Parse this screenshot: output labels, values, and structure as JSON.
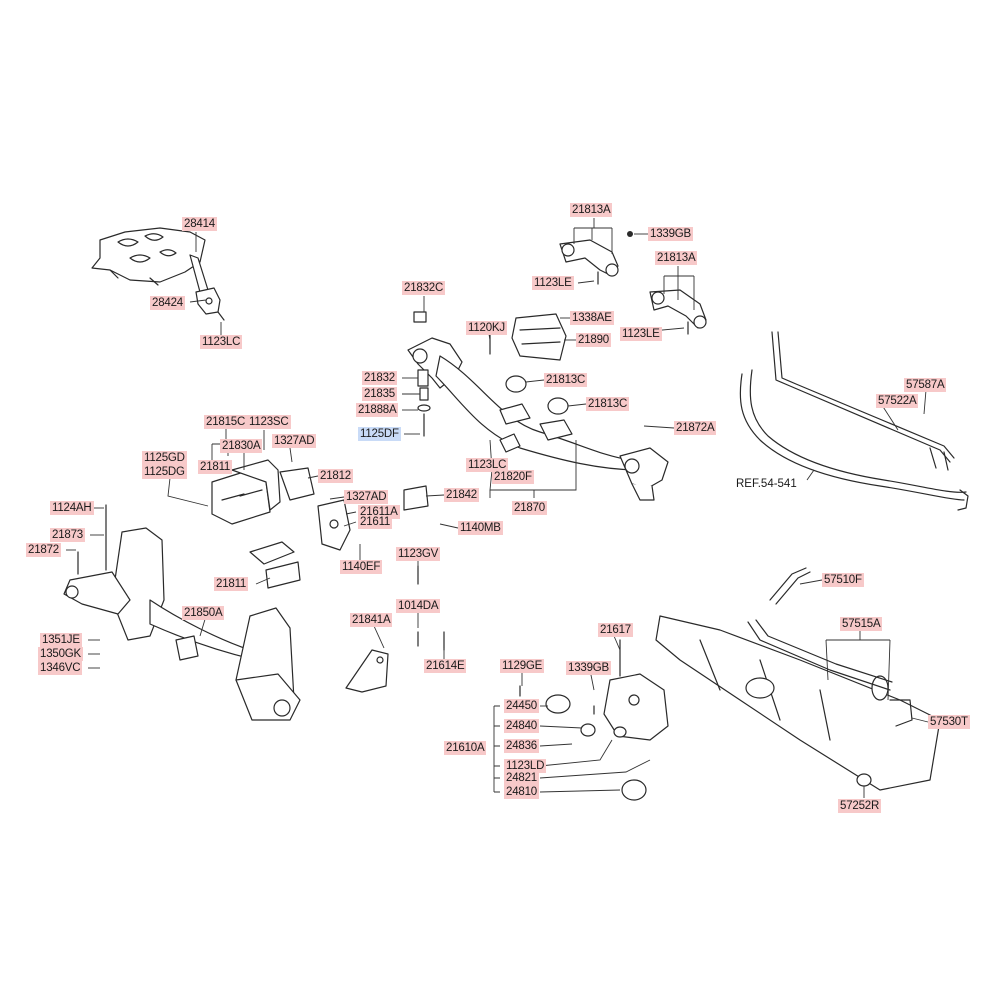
{
  "diagram": {
    "highlight_color": "#c9dbf7",
    "label_color": "#f7c9c9",
    "reference": "REF.54-541",
    "labels": [
      {
        "id": "l1",
        "text": "28414"
      },
      {
        "id": "l2",
        "text": "28424"
      },
      {
        "id": "l3",
        "text": "1123LC"
      },
      {
        "id": "l4",
        "text": "21813A"
      },
      {
        "id": "l5",
        "text": "1339GB"
      },
      {
        "id": "l6",
        "text": "1123LE"
      },
      {
        "id": "l7",
        "text": "21813A"
      },
      {
        "id": "l8",
        "text": "1123LE"
      },
      {
        "id": "l9",
        "text": "21832C"
      },
      {
        "id": "l10",
        "text": "1338AE"
      },
      {
        "id": "l11",
        "text": "1120KJ"
      },
      {
        "id": "l12",
        "text": "21890"
      },
      {
        "id": "l13",
        "text": "21832"
      },
      {
        "id": "l14",
        "text": "21813C"
      },
      {
        "id": "l15",
        "text": "21835"
      },
      {
        "id": "l16",
        "text": "21888A"
      },
      {
        "id": "l17",
        "text": "21813C"
      },
      {
        "id": "l18",
        "text": "1125DF"
      },
      {
        "id": "l19",
        "text": "21872A"
      },
      {
        "id": "l20",
        "text": "57587A"
      },
      {
        "id": "l21",
        "text": "57522A"
      },
      {
        "id": "l22",
        "text": "21815C"
      },
      {
        "id": "l23",
        "text": "1123SC"
      },
      {
        "id": "l24",
        "text": "21830A"
      },
      {
        "id": "l25",
        "text": "1327AD"
      },
      {
        "id": "l26",
        "text": "1125GD"
      },
      {
        "id": "l27",
        "text": "1125DG"
      },
      {
        "id": "l28",
        "text": "21811"
      },
      {
        "id": "l29",
        "text": "21812"
      },
      {
        "id": "l30",
        "text": "1123LC"
      },
      {
        "id": "l31",
        "text": "21820F"
      },
      {
        "id": "l32",
        "text": "1327AD"
      },
      {
        "id": "l33",
        "text": "21842"
      },
      {
        "id": "l34",
        "text": "21870"
      },
      {
        "id": "l35",
        "text": "21611A"
      },
      {
        "id": "l36",
        "text": "21611"
      },
      {
        "id": "l37",
        "text": "1124AH"
      },
      {
        "id": "l38",
        "text": "21873"
      },
      {
        "id": "l39",
        "text": "21872"
      },
      {
        "id": "l40",
        "text": "1140MB"
      },
      {
        "id": "l41",
        "text": "1140EF"
      },
      {
        "id": "l42",
        "text": "1123GV"
      },
      {
        "id": "l43",
        "text": "21811"
      },
      {
        "id": "l44",
        "text": "57510F"
      },
      {
        "id": "l45",
        "text": "21850A"
      },
      {
        "id": "l46",
        "text": "1014DA"
      },
      {
        "id": "l47",
        "text": "21841A"
      },
      {
        "id": "l48",
        "text": "21617"
      },
      {
        "id": "l49",
        "text": "57515A"
      },
      {
        "id": "l50",
        "text": "1351JE"
      },
      {
        "id": "l51",
        "text": "1350GK"
      },
      {
        "id": "l52",
        "text": "21614E"
      },
      {
        "id": "l53",
        "text": "1346VC"
      },
      {
        "id": "l54",
        "text": "1129GE"
      },
      {
        "id": "l55",
        "text": "1339GB"
      },
      {
        "id": "l56",
        "text": "24450"
      },
      {
        "id": "l57",
        "text": "24840"
      },
      {
        "id": "l58",
        "text": "57530T"
      },
      {
        "id": "l59",
        "text": "21610A"
      },
      {
        "id": "l60",
        "text": "24836"
      },
      {
        "id": "l61",
        "text": "1123LD"
      },
      {
        "id": "l62",
        "text": "24821"
      },
      {
        "id": "l63",
        "text": "24810"
      },
      {
        "id": "l64",
        "text": "57252R"
      }
    ]
  }
}
